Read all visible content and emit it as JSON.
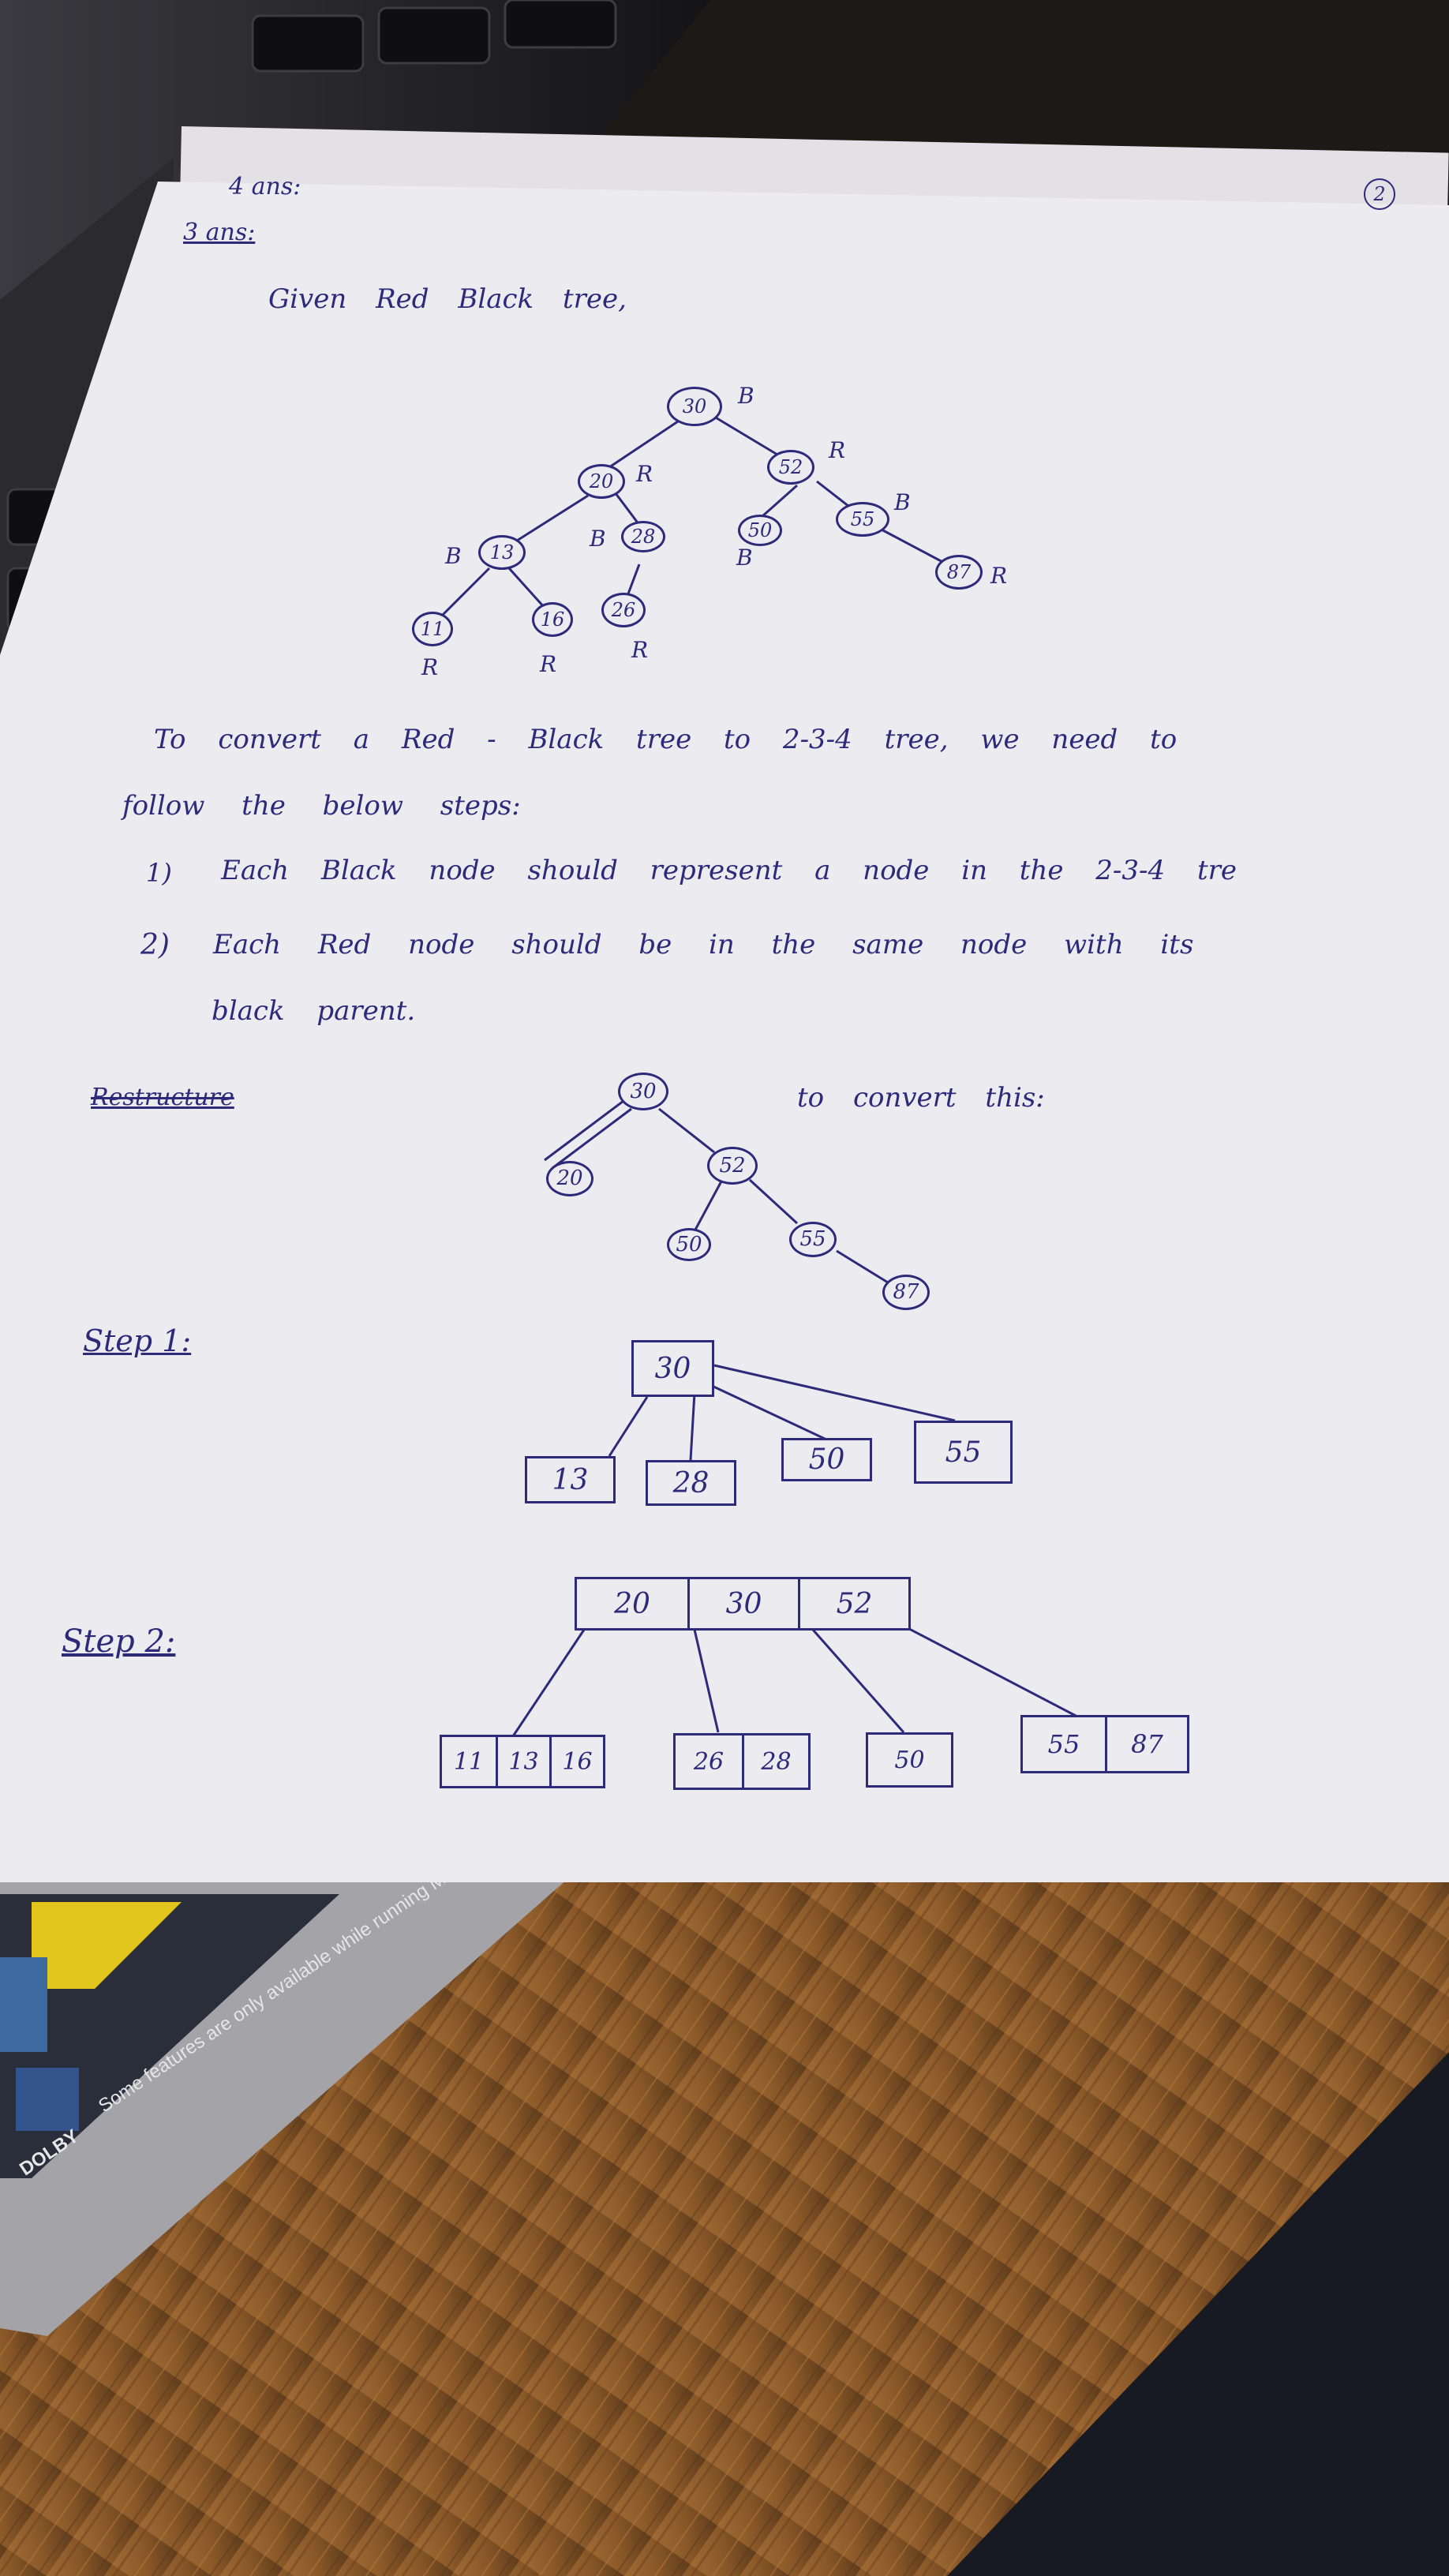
{
  "page": {
    "corner_marks": {
      "ans4": "4 ans:",
      "ans3": "3 ans:",
      "page_number": "2"
    },
    "heading": "Given Red Black tree,",
    "rb_tree": {
      "nodes": [
        {
          "id": "30",
          "label": "30",
          "color": "B"
        },
        {
          "id": "20",
          "label": "20",
          "color": "R"
        },
        {
          "id": "52",
          "label": "52",
          "color": "R"
        },
        {
          "id": "13",
          "label": "13",
          "color": "B"
        },
        {
          "id": "28",
          "label": "28",
          "color": "B"
        },
        {
          "id": "50",
          "label": "50",
          "color": "B"
        },
        {
          "id": "55",
          "label": "55",
          "color": "B"
        },
        {
          "id": "11",
          "label": "11",
          "color": "R"
        },
        {
          "id": "16",
          "label": "16",
          "color": "R"
        },
        {
          "id": "26",
          "label": "26",
          "color": "R"
        },
        {
          "id": "87",
          "label": "87",
          "color": "R"
        }
      ]
    },
    "text": {
      "line1": "To convert a Red - Black tree to 2-3-4 tree, we need to",
      "line2": "follow the below steps:",
      "step1_num": "1)",
      "step1": "Each Black node should represent a node in the 2-3-4 tre",
      "step2_num": "2)",
      "step2": "Each Red node should be in the same node with its",
      "step2_cont": "black parent.",
      "restructure": "Restructure",
      "convert_note": "to convert this:"
    },
    "restructure_tree": {
      "nodes": [
        "30",
        "20",
        "52",
        "50",
        "55",
        "87"
      ]
    },
    "step1": {
      "label": "Step 1:",
      "root": "30",
      "children": [
        "13",
        "28",
        "50",
        "55"
      ]
    },
    "step2": {
      "label": "Step 2:",
      "root": [
        "20",
        "30",
        "52"
      ],
      "children": [
        [
          "11",
          "13",
          "16"
        ],
        [
          "26",
          "28"
        ],
        [
          "50"
        ],
        [
          "55",
          "87"
        ]
      ]
    }
  },
  "laptop": {
    "sticker_text": "Some features are only available while running Microsoft Windows. See our website for further details",
    "dolby_label": "DOLBY"
  },
  "colors": {
    "ink": "#2d2a7a",
    "paper": "#ecebf0",
    "wood": "#8a5b2f",
    "laptop": "#9a9aa0"
  }
}
